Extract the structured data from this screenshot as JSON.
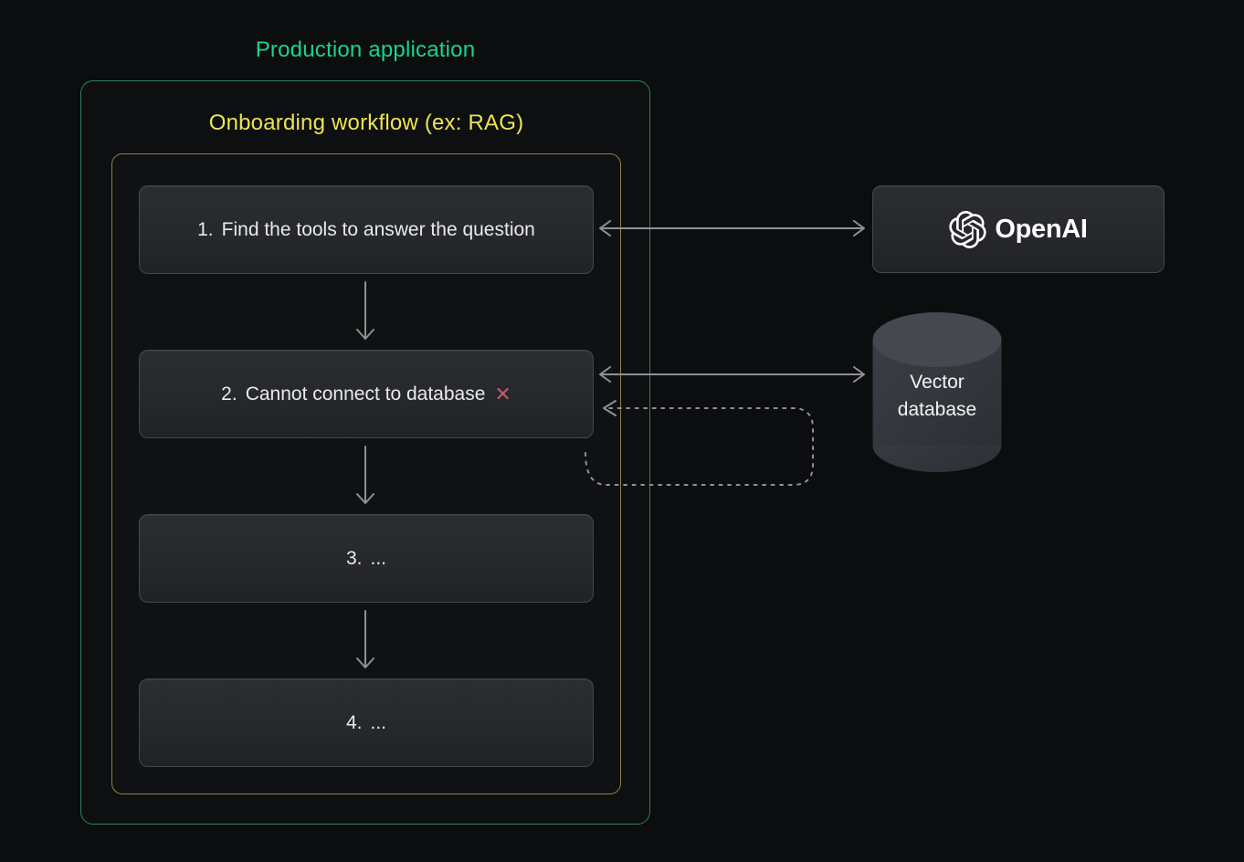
{
  "diagram": {
    "outer_label": "Production application",
    "inner_label": "Onboarding workflow (ex: RAG)",
    "steps": [
      {
        "number": "1.",
        "text": "Find the tools to answer the question"
      },
      {
        "number": "2.",
        "text": "Cannot connect to database",
        "error_icon": "✕"
      },
      {
        "number": "3.",
        "text": "..."
      },
      {
        "number": "4.",
        "text": "..."
      }
    ],
    "external_services": {
      "openai": {
        "label": "OpenAI",
        "icon": "openai-logo-icon"
      },
      "vector_database": {
        "label": "Vector database",
        "icon": "database-cylinder-icon"
      }
    },
    "connectors": [
      {
        "from": "step-1",
        "to": "step-2",
        "style": "solid",
        "direction": "down"
      },
      {
        "from": "step-2",
        "to": "step-3",
        "style": "solid",
        "direction": "down"
      },
      {
        "from": "step-3",
        "to": "step-4",
        "style": "solid",
        "direction": "down"
      },
      {
        "from": "step-1",
        "to": "openai",
        "style": "solid",
        "direction": "both"
      },
      {
        "from": "step-2",
        "to": "vector-database",
        "style": "solid",
        "direction": "both"
      },
      {
        "from": "step-2",
        "to": "step-2",
        "style": "dashed",
        "direction": "retry-loop"
      }
    ],
    "colors": {
      "background": "#0c0d0e",
      "outer_label_color": "#17d392",
      "outer_border": "#2e8163",
      "inner_label_color": "#ece54f",
      "inner_border": "#8a8246",
      "node_border": "#44474c",
      "node_background_top": "#2b2d31",
      "node_background_bottom": "#202226",
      "node_text": "#e9eaeb",
      "arrow": "#8f9194",
      "error_icon_color": "#c05c66"
    }
  }
}
